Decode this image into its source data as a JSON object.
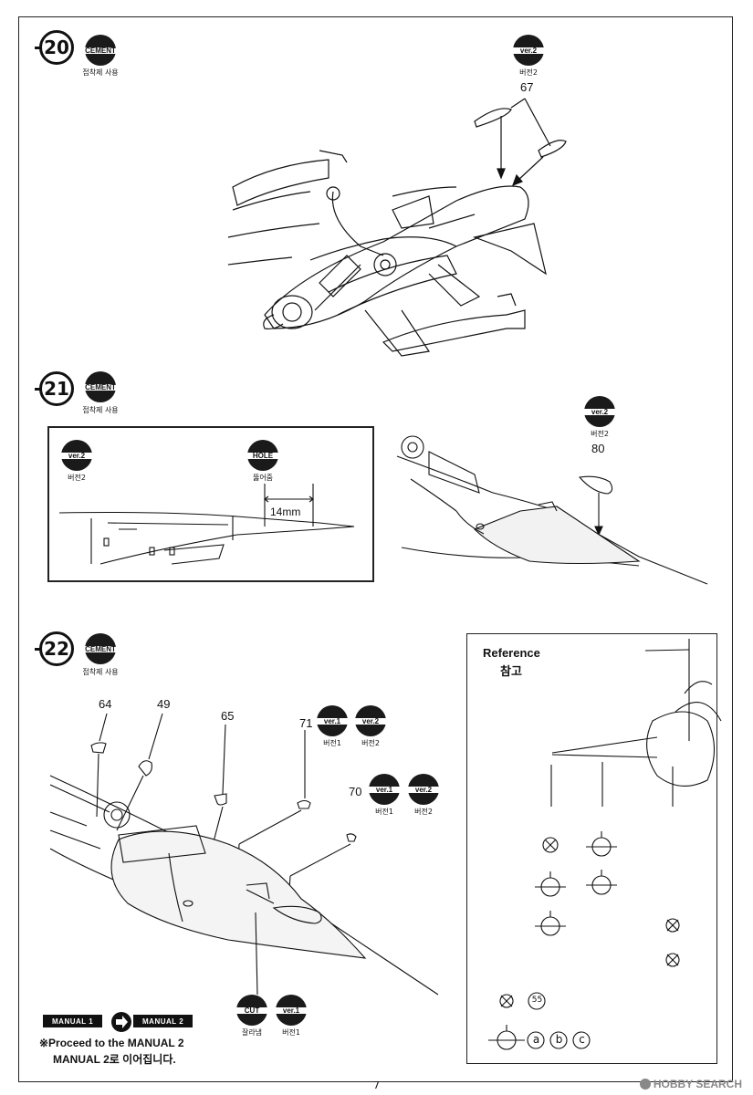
{
  "page_number": "7",
  "watermark": "HOBBY SEARCH",
  "watermark_icon": "hobbysearch-logo-icon",
  "colors": {
    "ink": "#111111",
    "paper": "#ffffff",
    "symbol_fill": "#1a1a1a",
    "nose_shade": "#e8e8e8"
  },
  "step20": {
    "number": "20",
    "cement_label": "CEMENT",
    "cement_caption": "접착제 사용",
    "ver2_label": "ver.2",
    "ver2_caption": "버전2",
    "part": "67"
  },
  "step21": {
    "number": "21",
    "cement_label": "CEMENT",
    "cement_caption": "접착제 사용",
    "box": {
      "ver2_label": "ver.2",
      "ver2_caption": "버전2",
      "hole_label": "HOLE",
      "hole_caption": "뚫어줌",
      "dimension": "14mm"
    },
    "ver2_label": "ver.2",
    "ver2_caption": "버전2",
    "part": "80"
  },
  "step22": {
    "number": "22",
    "cement_label": "CEMENT",
    "cement_caption": "접착제 사용",
    "parts": [
      "64",
      "49",
      "65",
      "71",
      "70"
    ],
    "part71_symbols": [
      {
        "label": "ver.1",
        "caption": "버전1"
      },
      {
        "label": "ver.2",
        "caption": "버전2"
      }
    ],
    "part70_symbols": [
      {
        "label": "ver.1",
        "caption": "버전1"
      },
      {
        "label": "ver.2",
        "caption": "버전2"
      }
    ],
    "cut_label": "CUT",
    "cut_caption": "잘라냄",
    "ver1_label": "ver.1",
    "ver1_caption": "버전1"
  },
  "reference": {
    "title_en": "Reference",
    "title_ko": "참고",
    "legend_part": "55",
    "legend_letters": [
      "a",
      "b",
      "c"
    ]
  },
  "manual_nav": {
    "from": "MANUAL 1",
    "to": "MANUAL 2",
    "arrow_icon": "arrow-right-icon",
    "line1": "※Proceed to the MANUAL 2",
    "line2": "MANUAL 2로 이어집니다."
  }
}
